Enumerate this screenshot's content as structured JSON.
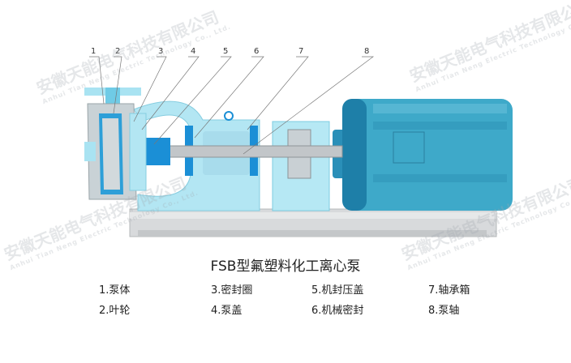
{
  "title": "FSB型氟塑料化工离心泵",
  "part_labels": [
    "1",
    "2",
    "3",
    "4",
    "5",
    "6",
    "7",
    "8"
  ],
  "legend": [
    {
      "text": "1.泵体"
    },
    {
      "text": "2.叶轮"
    },
    {
      "text": "3.密封圈"
    },
    {
      "text": "4.泵盖"
    },
    {
      "text": "5.机封压盖"
    },
    {
      "text": "6.机械密封"
    },
    {
      "text": "7.轴承箱"
    },
    {
      "text": "8.泵轴"
    }
  ],
  "watermark": {
    "cn": "安徽天能电气科技有限公司",
    "en": "Anhui Tian Neng Electric Technology Co., Ltd."
  },
  "colors": {
    "casing": "#a9e3f2",
    "dark_blue": "#1b8fd6",
    "motor": "#3aa6c6",
    "base": "#d6d8da",
    "shaft": "#bfc3c6"
  }
}
